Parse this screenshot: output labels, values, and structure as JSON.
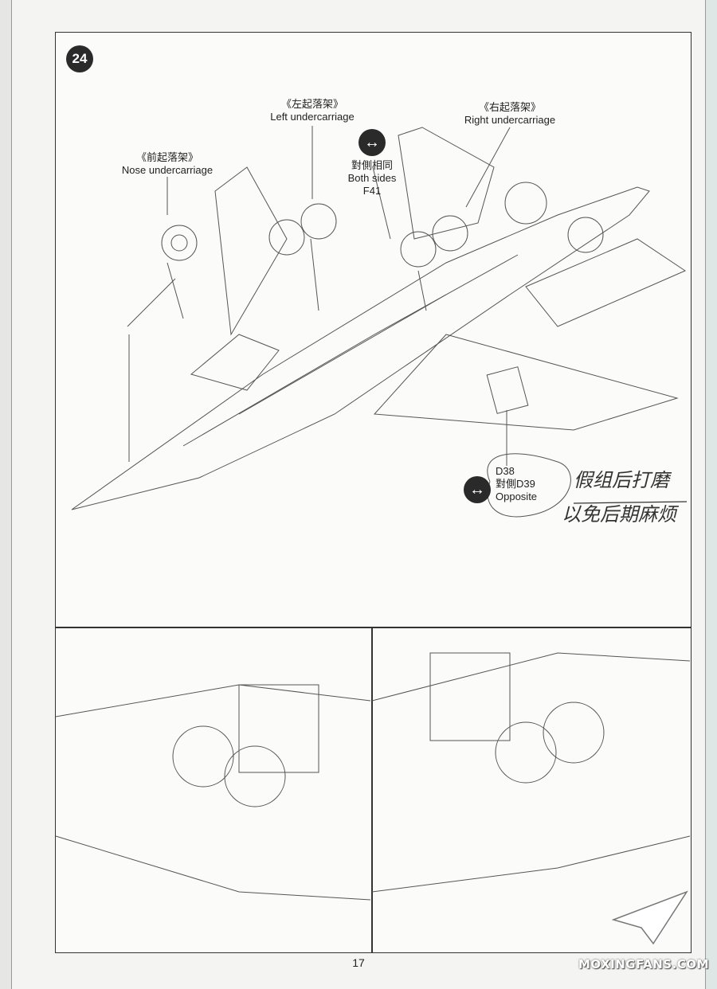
{
  "step_number": "24",
  "callouts": {
    "nose": {
      "zh": "《前起落架》",
      "en": "Nose undercarriage"
    },
    "left": {
      "zh": "《左起落架》",
      "en": "Left undercarriage"
    },
    "right": {
      "zh": "《右起落架》",
      "en": "Right undercarriage"
    },
    "both_sides": {
      "zh": "對側相同",
      "en": "Both sides",
      "part": "F41"
    },
    "opposite": {
      "part": "D38",
      "zh": "對側D39",
      "en": "Opposite"
    }
  },
  "handwritten_note": {
    "line1": "假组后打磨",
    "line2": "以免后期麻烦"
  },
  "page_number": "17",
  "watermark": "MOXINGFANS.COM"
}
